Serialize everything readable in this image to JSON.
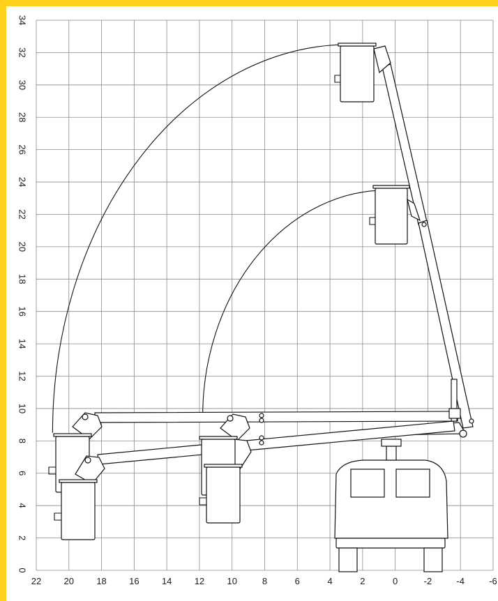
{
  "chart_data": {
    "type": "diagram",
    "title": "",
    "x_axis": {
      "range": [
        22,
        -6
      ],
      "step": 2,
      "ticks": [
        "22",
        "20",
        "18",
        "16",
        "14",
        "12",
        "10",
        "8",
        "6",
        "4",
        "2",
        "0",
        "-2",
        "-4",
        "-6"
      ]
    },
    "y_axis": {
      "range": [
        0,
        34
      ],
      "step": 2,
      "ticks": [
        "0",
        "2",
        "4",
        "6",
        "8",
        "10",
        "12",
        "14",
        "16",
        "18",
        "20",
        "22",
        "24",
        "26",
        "28",
        "30",
        "32",
        "34"
      ]
    },
    "grid": true,
    "reach_envelopes": [
      {
        "name": "",
        "max_height": 32.5,
        "max_outreach": 21,
        "centre_x": 2.8,
        "base_y": 8.5
      },
      {
        "name": "",
        "max_height": 23.5,
        "max_outreach": 11.8,
        "centre_x": 0.5,
        "base_y": 9.5
      }
    ]
  },
  "style": {
    "frame_color": "#FDD21A",
    "grid_color": "#8a8a8a",
    "ink_color": "#111111"
  }
}
